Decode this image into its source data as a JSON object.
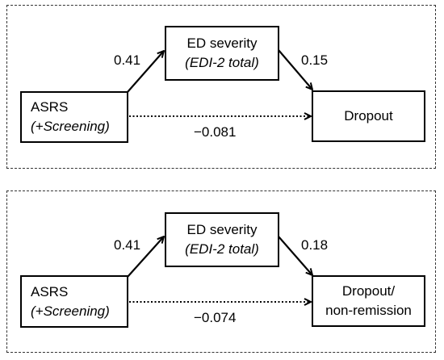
{
  "panels": [
    {
      "mediator": {
        "line1": "ED severity",
        "line2": "EDI-2 total"
      },
      "predictor": {
        "line1": "ASRS",
        "line2": "(+Screening)"
      },
      "outcome": {
        "line1": "Dropout",
        "line2": ""
      },
      "coef_a": "0.41",
      "coef_b": "0.15",
      "coef_c": "−0.081"
    },
    {
      "mediator": {
        "line1": "ED severity",
        "line2": "EDI-2 total"
      },
      "predictor": {
        "line1": "ASRS",
        "line2": "(+Screening)"
      },
      "outcome": {
        "line1": "Dropout/",
        "line2": "non-remission"
      },
      "coef_a": "0.41",
      "coef_b": "0.18",
      "coef_c": "−0.074"
    }
  ]
}
